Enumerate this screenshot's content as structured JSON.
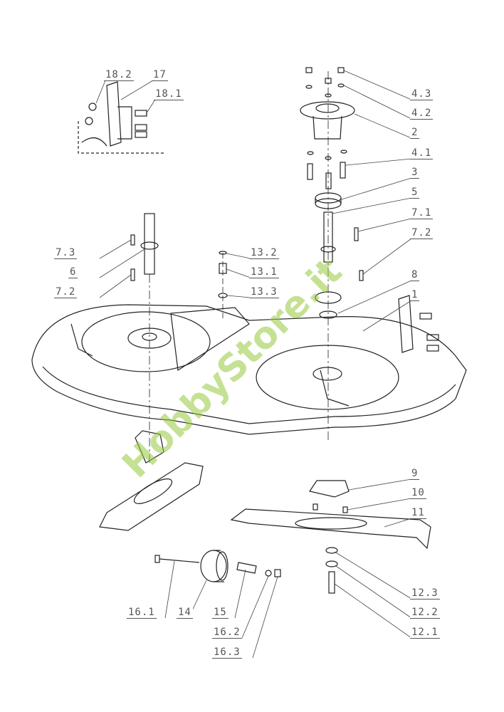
{
  "diagram": {
    "title": "Mower deck exploded parts diagram",
    "watermark": "HobbyStore.it",
    "watermark_color": "#96c83c",
    "labels": {
      "l18_2": "18.2",
      "l17": "17",
      "l18_1": "18.1",
      "l4_3": "4.3",
      "l4_2": "4.2",
      "l2": "2",
      "l4_1": "4.1",
      "l3": "3",
      "l5": "5",
      "l7_1": "7.1",
      "l7_2r": "7.2",
      "l8": "8",
      "l1": "1",
      "l7_3": "7.3",
      "l6": "6",
      "l7_2l": "7.2",
      "l13_2": "13.2",
      "l13_1": "13.1",
      "l13_3": "13.3",
      "l9": "9",
      "l10": "10",
      "l11": "11",
      "l12_3": "12.3",
      "l12_2": "12.2",
      "l12_1": "12.1",
      "l16_1": "16.1",
      "l14": "14",
      "l15": "15",
      "l16_2": "16.2",
      "l16_3": "16.3"
    }
  }
}
